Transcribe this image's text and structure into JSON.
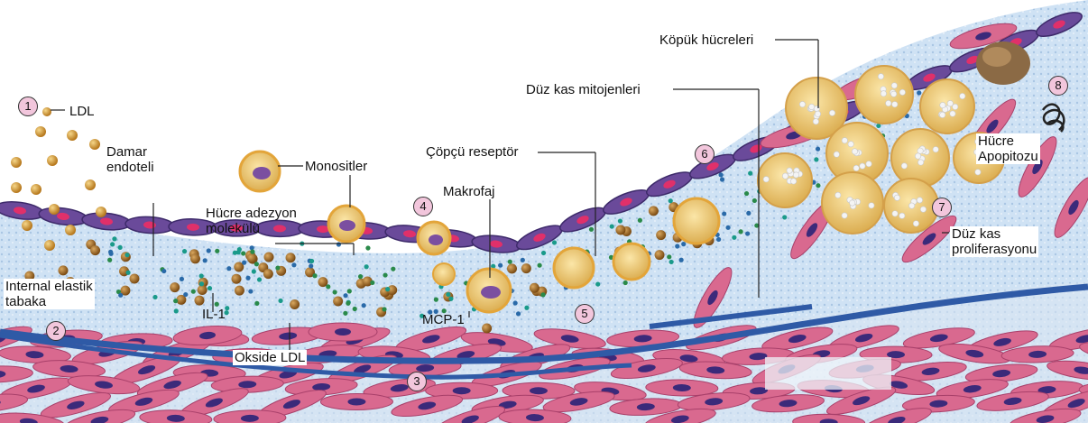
{
  "labels": {
    "ldl": "LDL",
    "damar_endoteli": "Damar\nendoteli",
    "monositler": "Monositler",
    "hucre_adezyon": "Hücre adezyon\nmolekülü",
    "internal_elastik": "Internal elastik\ntabaka",
    "il1": "IL-1",
    "okside_ldl": "Okside LDL",
    "makrofaj": "Makrofaj",
    "copcu_reseptor": "Çöpçü reseptör",
    "mcp1": "MCP-1",
    "kopuk_hucreleri": "Köpük hücreleri",
    "duz_kas_mitojenleri": "Düz kas mitojenleri",
    "hucre_apopitozu": "Hücre\nApopitozu",
    "duz_kas_proliferasyonu": "Düz kas\nproliferasyonu"
  },
  "steps": [
    "1",
    "2",
    "3",
    "4",
    "5",
    "6",
    "7",
    "8"
  ],
  "colors": {
    "intima": "#c9dff2",
    "endothelium": "#5a3d8f",
    "smooth_muscle": "#d9698f",
    "nucleus": "#3b2a7a",
    "elastic_lamina": "#2f5aa6",
    "ldl_particle": "#c98f2a",
    "foam_cell": "#e8c56a",
    "step_marker": "#f2c6dc"
  }
}
